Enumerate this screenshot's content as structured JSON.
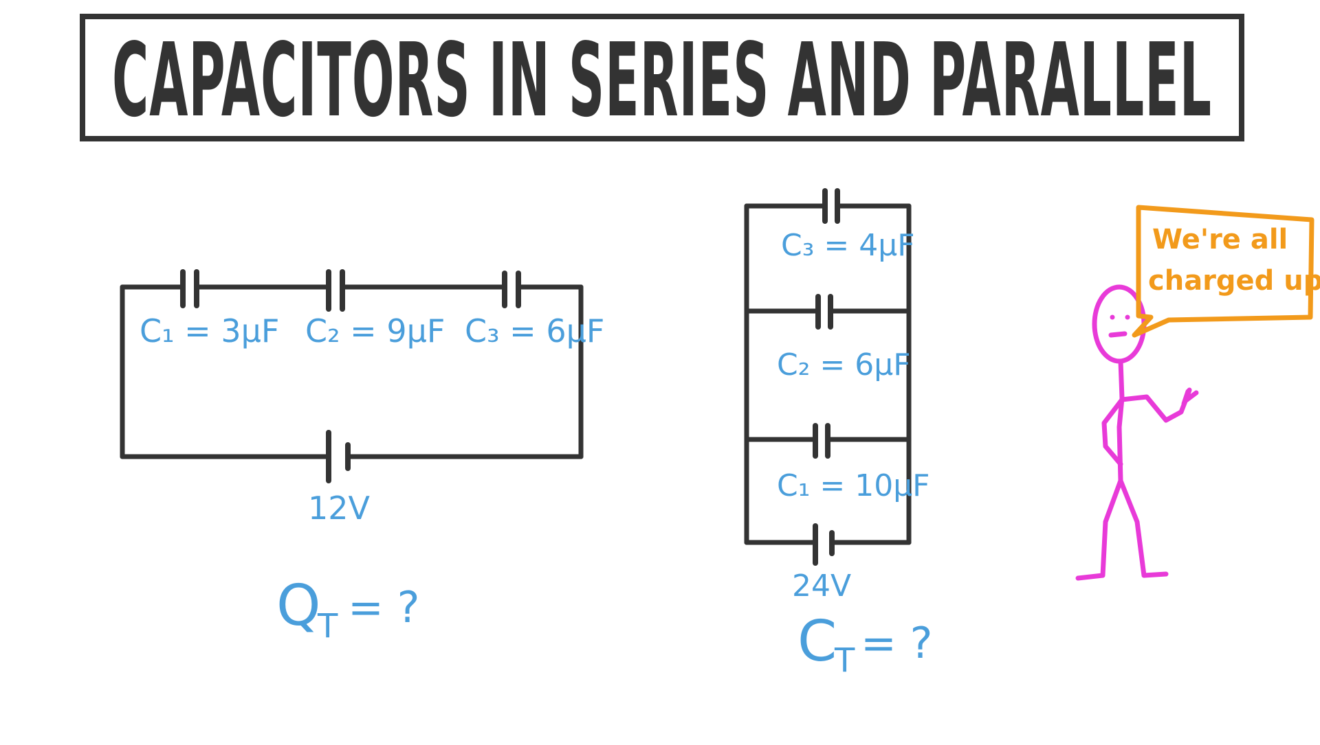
{
  "title": "CAPACITORS IN SERIES AND PARALLEL",
  "series_circuit": {
    "c1": "C₁ = 3μF",
    "c2": "C₂ = 9μF",
    "c3": "C₃ = 6μF",
    "voltage": "12V",
    "question_symbol": "Q",
    "question_sub": "T",
    "question_rest": "= ?"
  },
  "parallel_circuit": {
    "c3": "C₃ = 4μF",
    "c2": "C₂ = 6μF",
    "c1": "C₁ = 10μF",
    "voltage": "24V",
    "question_symbol": "C",
    "question_sub": "T",
    "question_rest": "= ?"
  },
  "speech_bubble": {
    "line1": "We're all",
    "line2": "charged up!"
  },
  "colors": {
    "ink": "#333333",
    "label": "#4a9edb",
    "figure": "#e83ad8",
    "bubble": "#f29a1b"
  }
}
